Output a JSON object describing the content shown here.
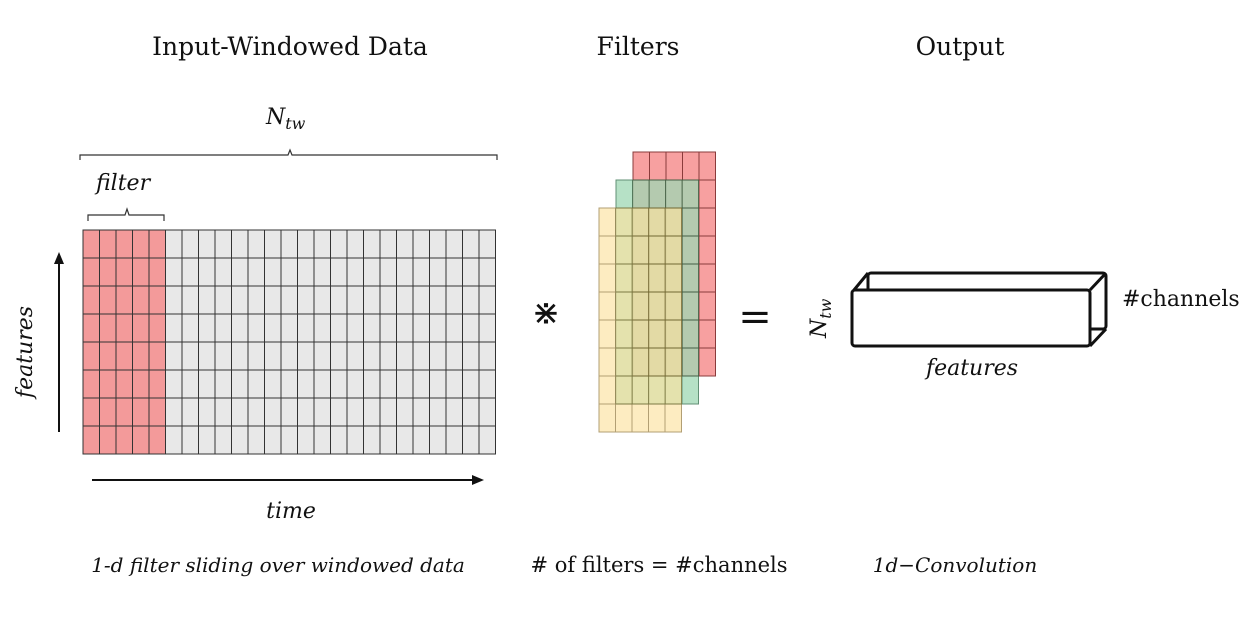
{
  "titles": {
    "input": "Input-Windowed Data",
    "filters": "Filters",
    "output": "Output"
  },
  "labels": {
    "ntw_top": "N",
    "ntw_top_sub": "tw",
    "filter": "filter",
    "features_axis": "features",
    "time_axis": "time",
    "convolve_symbol": "⋇",
    "equals_symbol": "=",
    "ntw_side": "N",
    "ntw_side_sub": "tw",
    "channels": "#channels",
    "features_output": "features"
  },
  "captions": {
    "input": "1-d filter sliding over  windowed data",
    "filters": "# of filters = #channels",
    "output": "1d−Convolution"
  },
  "grid": {
    "columns": 25,
    "rows": 8,
    "filter_columns": 5
  },
  "filter_stack": {
    "layers": [
      {
        "name": "red",
        "columns": 5,
        "rows": 8
      },
      {
        "name": "green",
        "columns": 5,
        "rows": 8
      },
      {
        "name": "yellow",
        "columns": 5,
        "rows": 8
      }
    ]
  },
  "colors": {
    "grid_fill": "#e8e8e8",
    "filter_fill": "#f39a9a",
    "red_layer": "#f7a0a0",
    "green_layer": "#9ed8b4",
    "yellow_layer": "#fde3a0",
    "line": "#333333"
  }
}
